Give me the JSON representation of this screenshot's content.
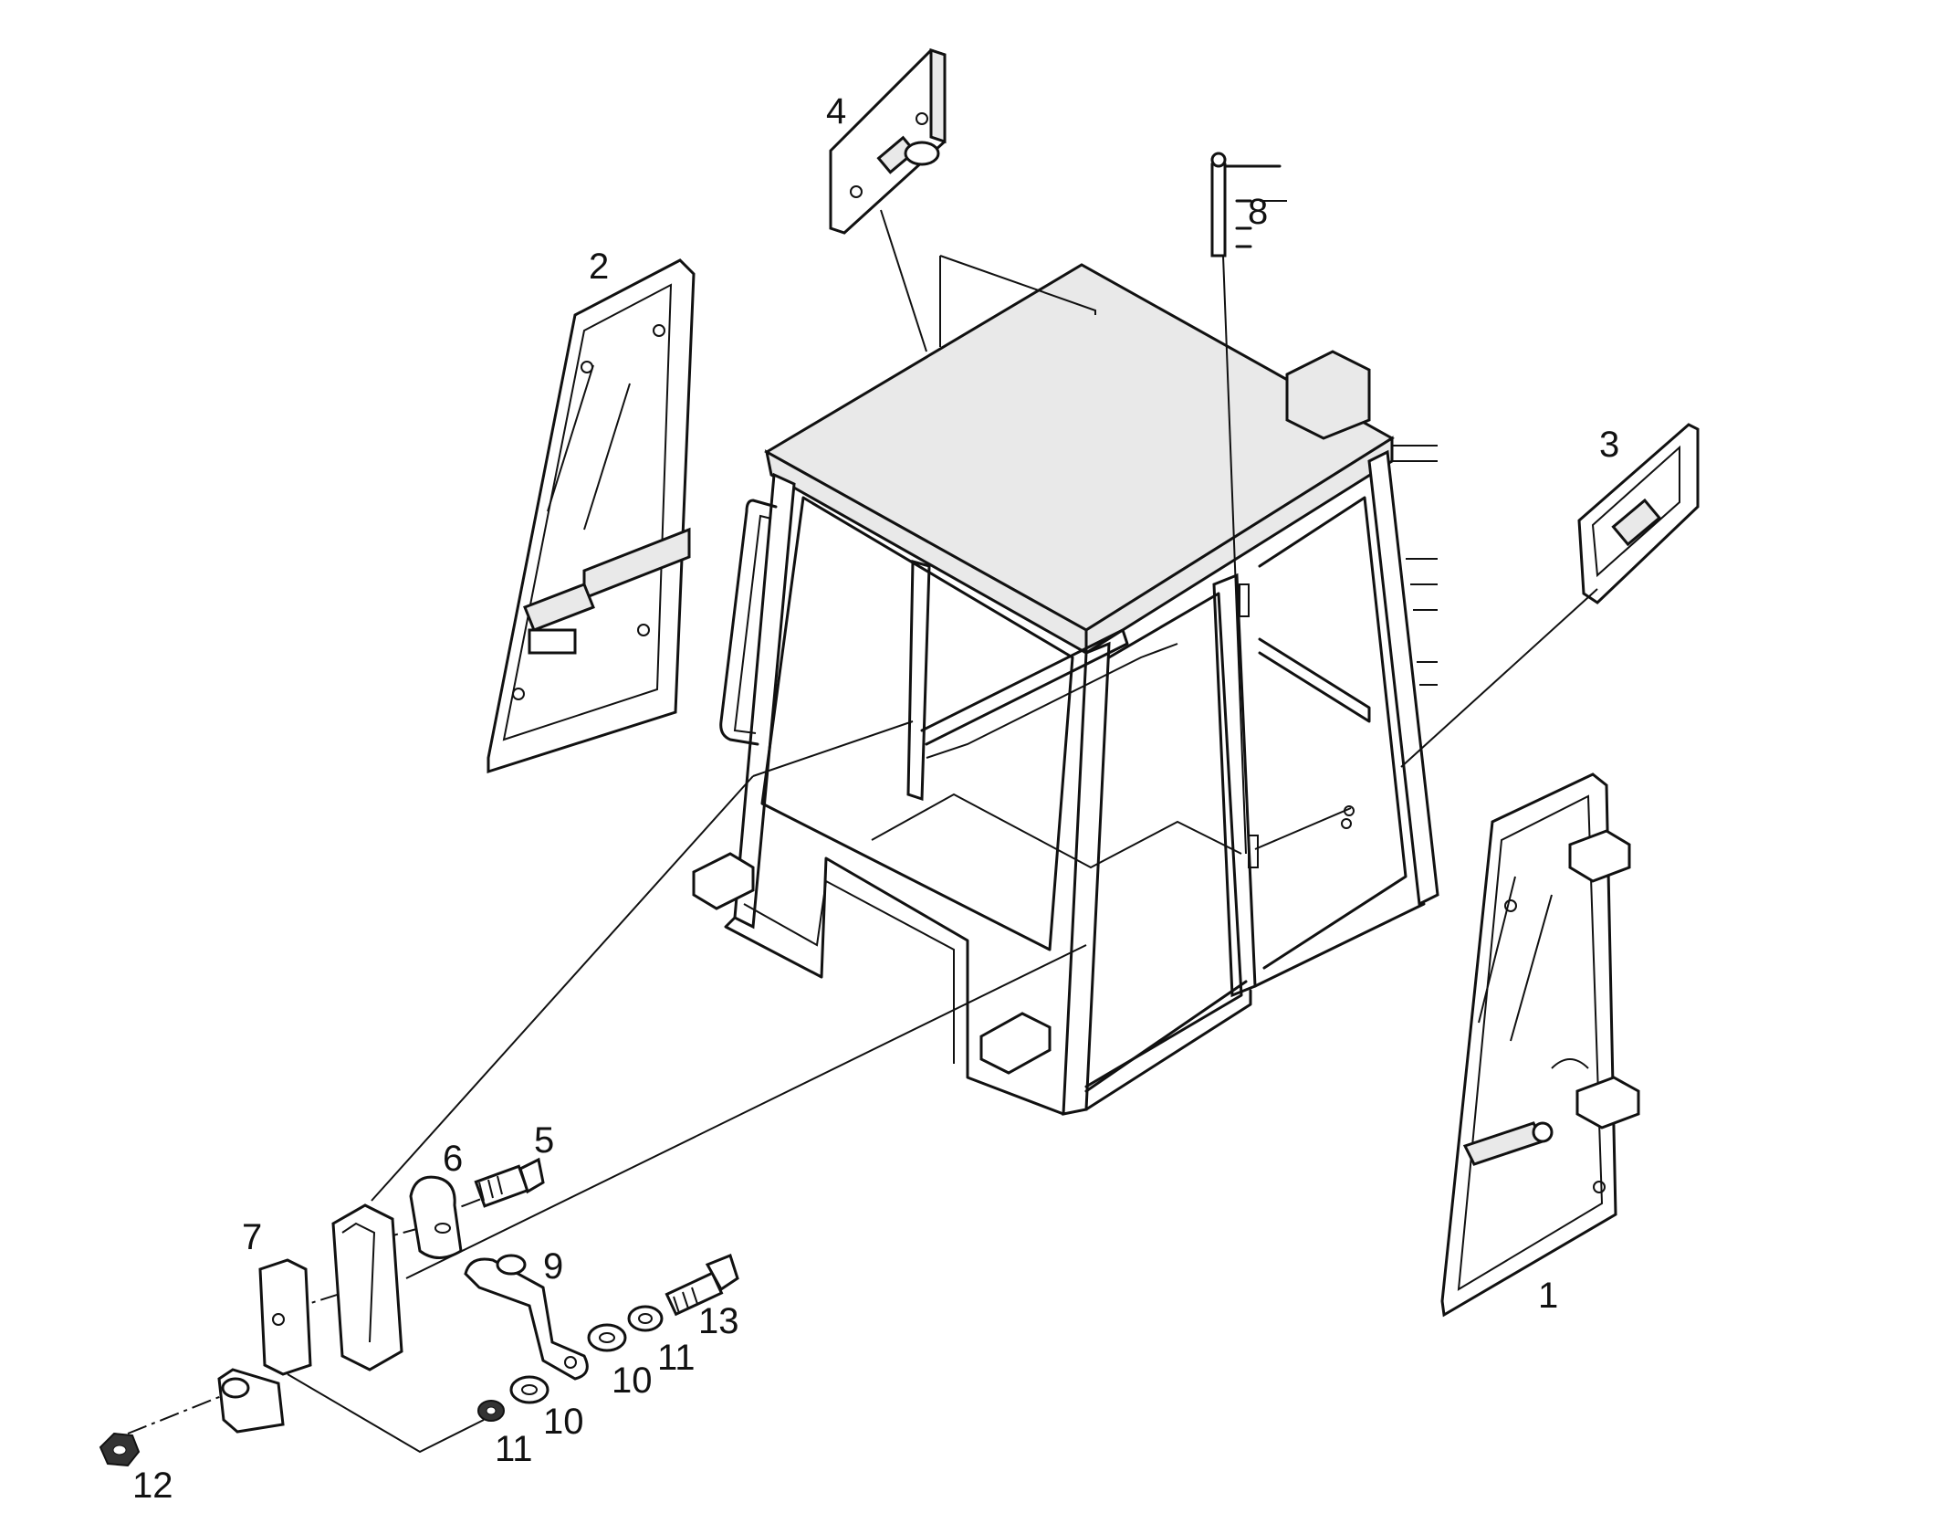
{
  "diagram": {
    "callouts": [
      {
        "id": "1",
        "label": "1"
      },
      {
        "id": "2",
        "label": "2"
      },
      {
        "id": "3",
        "label": "3"
      },
      {
        "id": "4",
        "label": "4"
      },
      {
        "id": "5",
        "label": "5"
      },
      {
        "id": "6",
        "label": "6"
      },
      {
        "id": "7",
        "label": "7"
      },
      {
        "id": "8",
        "label": "8"
      },
      {
        "id": "9",
        "label": "9"
      },
      {
        "id": "10a",
        "label": "10"
      },
      {
        "id": "10b",
        "label": "10"
      },
      {
        "id": "11a",
        "label": "11"
      },
      {
        "id": "11b",
        "label": "11"
      },
      {
        "id": "12",
        "label": "12"
      },
      {
        "id": "13",
        "label": "13"
      }
    ]
  }
}
